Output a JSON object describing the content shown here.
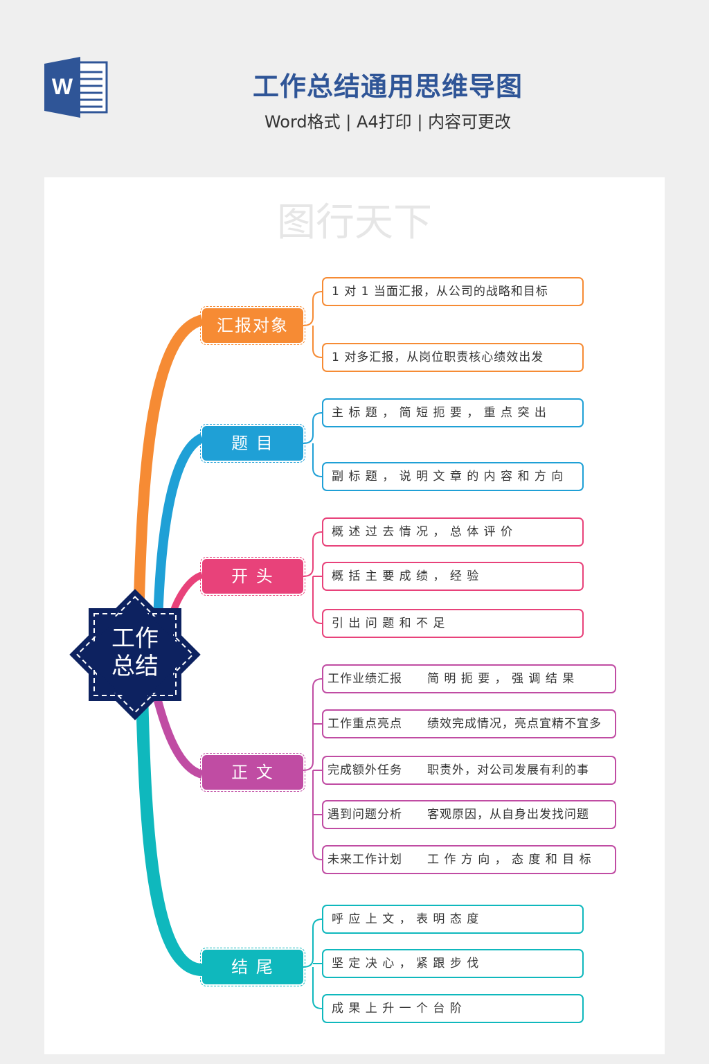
{
  "header": {
    "title": "工作总结通用思维导图",
    "subtitle": "Word格式 | A4打印 | 内容可更改",
    "logo_letter": "W"
  },
  "watermark": "图行天下",
  "center": {
    "line1": "工作",
    "line2": "总结",
    "color": "#0d2260"
  },
  "branches": [
    {
      "label": "汇报对象",
      "color": "#f68b34",
      "leaves": [
        "1 对 1 当面汇报，从公司的战略和目标",
        "1 对多汇报，从岗位职责核心绩效出发"
      ]
    },
    {
      "label": "题 目",
      "color": "#1fa0d6",
      "leaves": [
        "主 标 题 ， 简 短 扼 要 ， 重 点 突 出",
        "副 标 题 ， 说 明 文 章 的 内 容 和 方 向"
      ]
    },
    {
      "label": "开 头",
      "color": "#e8427a",
      "leaves": [
        "概  述  过  去  情  况  ，  总  体  评  价",
        "概   括   主   要   成   绩   ，   经   验",
        "引    出    问    题    和    不    足"
      ]
    },
    {
      "label": "正 文",
      "color": "#c04ca3",
      "leaves": [
        {
          "label": "工作业绩汇报",
          "desc": "简 明 扼 要 ， 强 调 结 果"
        },
        {
          "label": "工作重点亮点",
          "desc": "绩效完成情况，亮点宜精不宜多"
        },
        {
          "label": "完成额外任务",
          "desc": "职责外，对公司发展有利的事"
        },
        {
          "label": "遇到问题分析",
          "desc": "客观原因，从自身出发找问题"
        },
        {
          "label": "未来工作计划",
          "desc": "工 作 方 向 ， 态 度 和 目 标"
        }
      ]
    },
    {
      "label": "结 尾",
      "color": "#0fb8bd",
      "leaves": [
        "呼   应   上   文   ，   表   明   态   度",
        "坚   定   决   心   ，   紧   跟   步   伐",
        "成    果    上    升    一    个    台    阶"
      ]
    }
  ]
}
